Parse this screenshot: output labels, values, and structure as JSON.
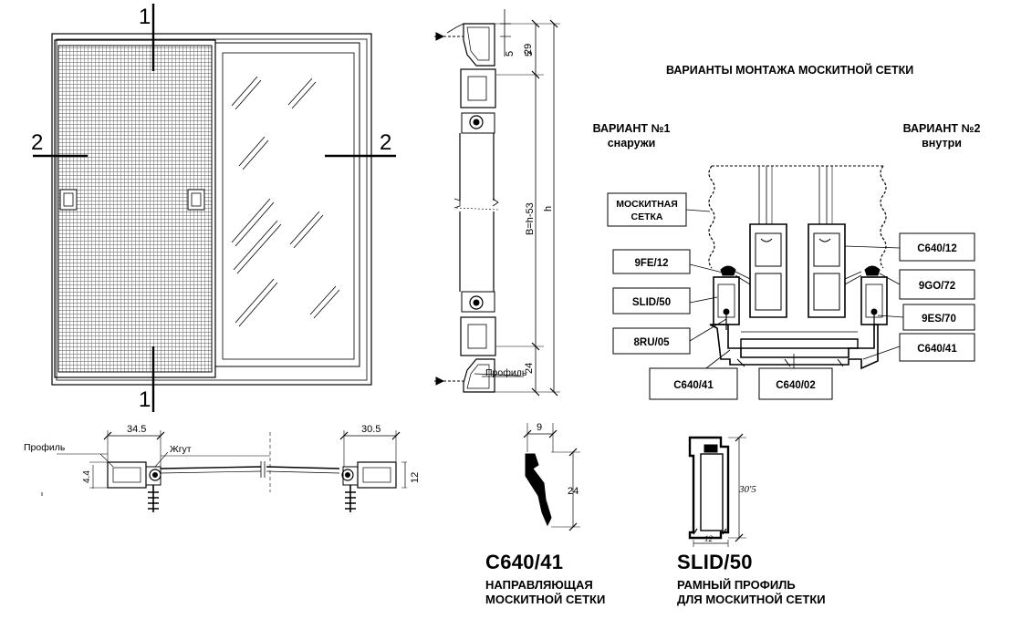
{
  "window": {
    "section_1": "1",
    "section_2": "2"
  },
  "vertical_section": {
    "dim_5": "5",
    "dim_29": "29",
    "dim_b": "B=h-53",
    "dim_h": "h",
    "dim_24": "24",
    "profile_label": "Профиль"
  },
  "horizontal_section": {
    "dim_left": "34.5",
    "dim_right": "30.5",
    "dim_44": "4.4",
    "dim_12": "12",
    "profile_label": "Профиль",
    "cord_label": "Жгут"
  },
  "mounting": {
    "title": "ВАРИАНТЫ МОНТАЖА МОСКИТНОЙ СЕТКИ",
    "variant1_title": "ВАРИАНТ №1",
    "variant1_sub": "снаружи",
    "variant2_title": "ВАРИАНТ №2",
    "variant2_sub": "внутри",
    "labels": {
      "mesh_line1": "МОСКИТНАЯ",
      "mesh_line2": "СЕТКА",
      "l_9fe12": "9FE/12",
      "l_slid50": "SLID/50",
      "l_8ru05": "8RU/05",
      "l_c64041_bottom": "C640/41",
      "l_c64002": "C640/02",
      "l_c64012": "C640/12",
      "l_9go72": "9GO/72",
      "l_9es70": "9ES/70",
      "l_c64041_right": "C640/41"
    }
  },
  "profile_c640_41": {
    "dim_9": "9",
    "dim_24": "24",
    "code": "C640/41",
    "desc_line1": "НАПРАВЛЯЮЩАЯ",
    "desc_line2": "МОСКИТНОЙ СЕТКИ"
  },
  "profile_slid_50": {
    "dim_30": "30'5",
    "dim_12": "12",
    "code": "SLID/50",
    "desc_line1": "РАМНЫЙ ПРОФИЛЬ",
    "desc_line2": "ДЛЯ МОСКИТНОЙ СЕТКИ"
  }
}
